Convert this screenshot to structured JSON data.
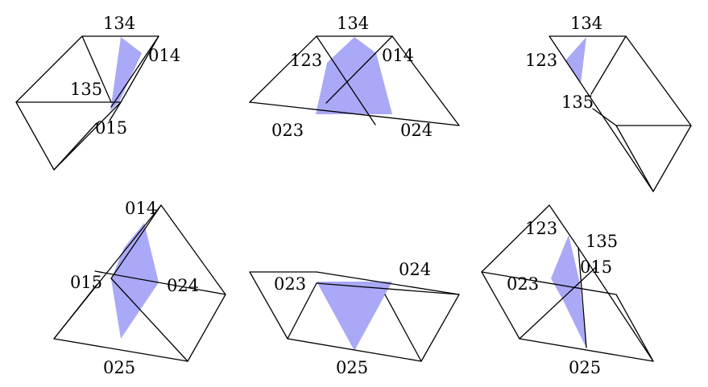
{
  "colors": {
    "shading": "#a9a9f7",
    "edges": "#000000",
    "background": "#ffffff"
  },
  "panels": [
    {
      "labels": {
        "l134": "134",
        "l014": "014",
        "l135": "135",
        "l015": "015"
      }
    },
    {
      "labels": {
        "l134": "134",
        "l123": "123",
        "l014": "014",
        "l023": "023",
        "l024": "024"
      }
    },
    {
      "labels": {
        "l134": "134",
        "l123": "123",
        "l135": "135"
      }
    },
    {
      "labels": {
        "l014": "014",
        "l015": "015",
        "l024": "024",
        "l025": "025"
      }
    },
    {
      "labels": {
        "l023": "023",
        "l024": "024",
        "l025": "025"
      }
    },
    {
      "labels": {
        "l123": "123",
        "l135": "135",
        "l015": "015",
        "l023": "023",
        "l025": "025"
      }
    }
  ]
}
